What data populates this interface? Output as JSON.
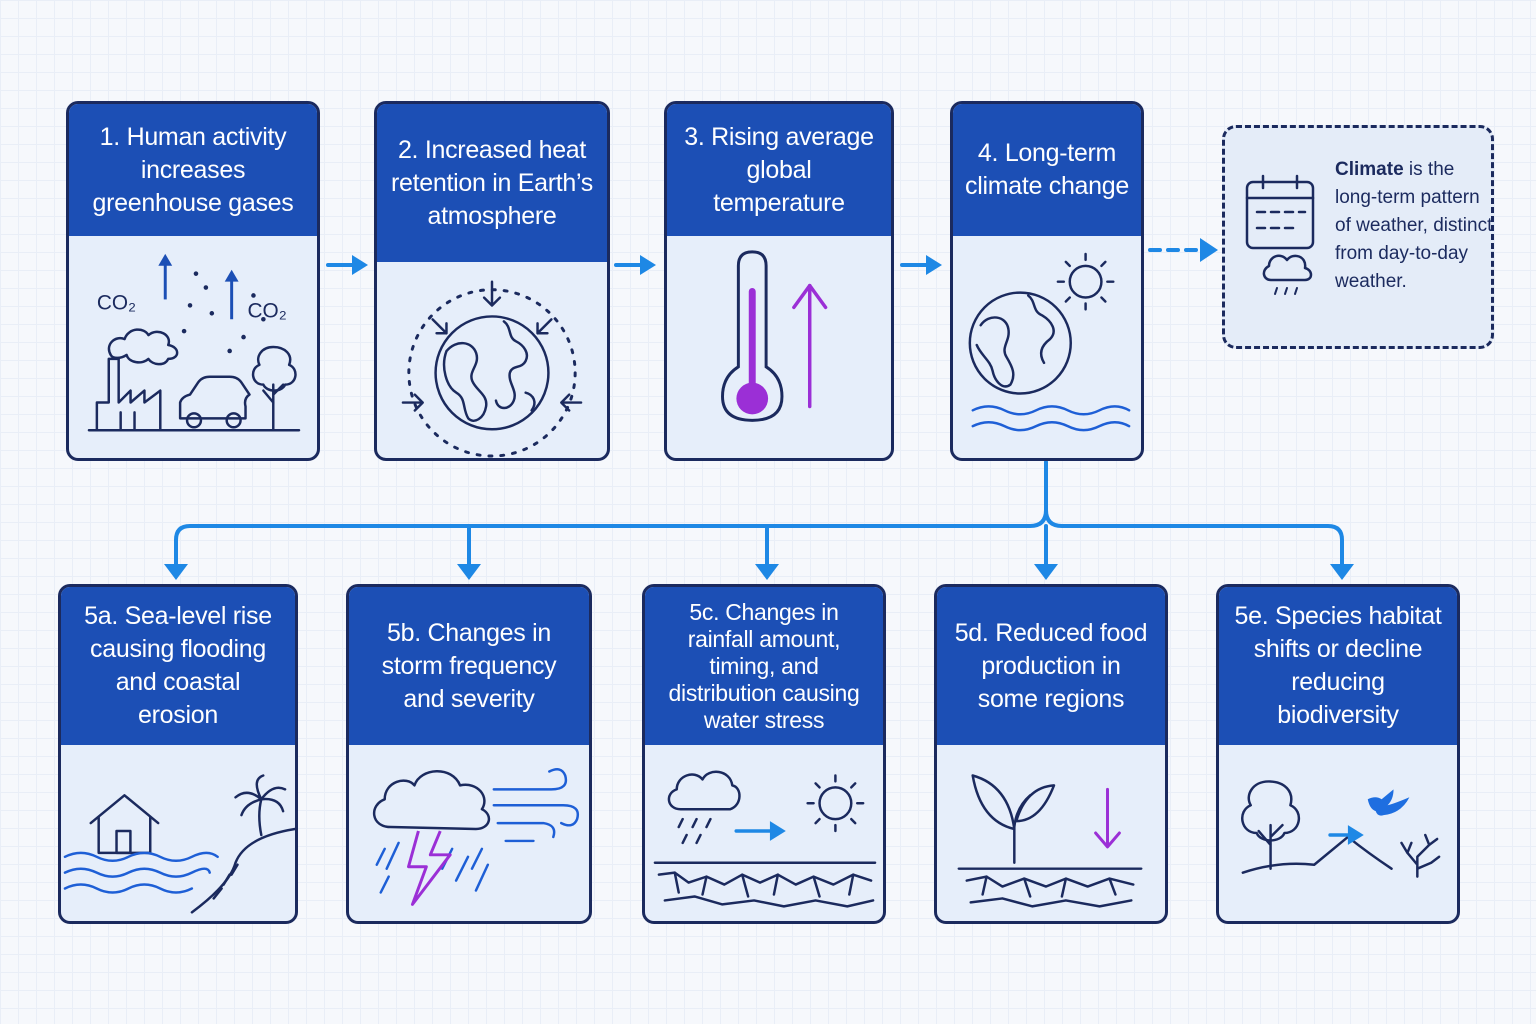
{
  "steps": [
    {
      "label": "1. Human activity increases greenhouse gases",
      "co2_a": "CO₂",
      "co2_b": "CO₂"
    },
    {
      "label": "2. Increased heat retention in Earth’s atmosphere"
    },
    {
      "label": "3. Rising average global temperature"
    },
    {
      "label": "4. Long-term climate change"
    }
  ],
  "impacts": [
    {
      "label": "5a. Sea-level rise causing flooding and coastal erosion"
    },
    {
      "label": "5b. Changes in storm frequency and severity"
    },
    {
      "label": "5c. Changes in rainfall amount, timing, and distribution causing water stress"
    },
    {
      "label": "5d. Reduced food production in some regions"
    },
    {
      "label": "5e. Species habitat shifts or decline reducing biodiversity"
    }
  ],
  "note": {
    "term": "Climate",
    "definition": " is the long-term pattern of weather, distinct from day-to-day weather."
  },
  "colors": {
    "header": "#1c4fb5",
    "outline": "#1b2a5e",
    "connector": "#1e88e5",
    "accent": "#9b2fd6"
  },
  "icons": [
    "factory-icon",
    "car-icon",
    "tree-icon",
    "earth-icon",
    "thermometer-icon",
    "sun-icon",
    "calendar-icon",
    "cloud-icon",
    "house-icon",
    "palm-tree-icon",
    "lightning-icon",
    "wind-icon",
    "cracked-ground-icon",
    "sprout-icon",
    "bird-icon",
    "coral-icon"
  ]
}
